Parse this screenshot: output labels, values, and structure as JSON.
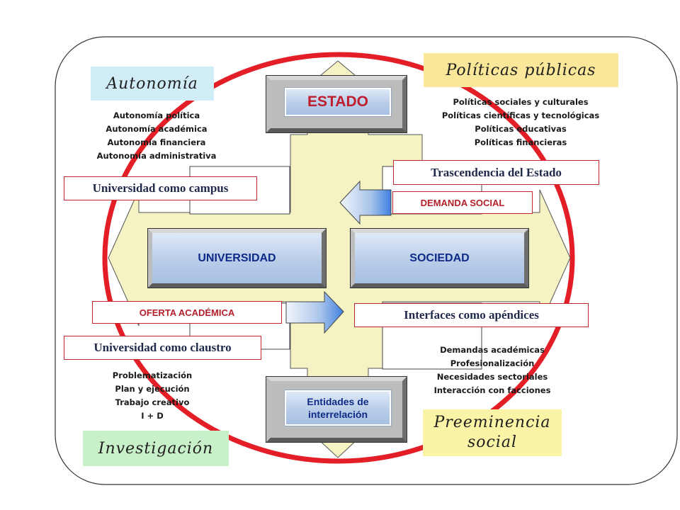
{
  "nodes": {
    "estado": "ESTADO",
    "universidad": "UNIVERSIDAD",
    "sociedad": "SOCIEDAD",
    "entidades_line1": "Entidades de",
    "entidades_line2": "interrelación"
  },
  "headers": {
    "autonomia": "Autonomía",
    "politicas": "Políticas públicas",
    "investigacion": "Investigación",
    "preeminencia_line1": "Preeminencia",
    "preeminencia_line2": "social"
  },
  "labels": {
    "campus": "Universidad como campus",
    "claustro": "Universidad como claustro",
    "trascendencia": "Trascendencia  del Estado",
    "interfaces": "Interfaces como apéndices",
    "demanda": "DEMANDA SOCIAL",
    "oferta": "OFERTA ACADÉMICA"
  },
  "lists": {
    "autonomia": [
      "Autonomía política",
      "Autonomía académica",
      "Autonomía financiera",
      "Autonomía administrativa"
    ],
    "politicas": [
      "Políticas sociales y culturales",
      "Políticas científicas y tecnológicas",
      "Políticas educativas",
      "Políticas financieras"
    ],
    "investigacion": [
      "Problematización",
      "Plan y ejecución",
      "Trabajo creativo",
      "I + D"
    ],
    "preeminencia": [
      "Demandas académicas",
      "Profesionalización",
      "Necesidades sectoriales",
      "Interacción con facciones"
    ]
  },
  "colors": {
    "ellipse": "#e41e26",
    "cross_fill": "#f5f3c3",
    "autonomia_bg": "#cfecf7",
    "politicas_bg": "#fbe79a",
    "investigacion_bg": "#c9f1c9",
    "preeminencia_bg": "#fbf3a6"
  }
}
